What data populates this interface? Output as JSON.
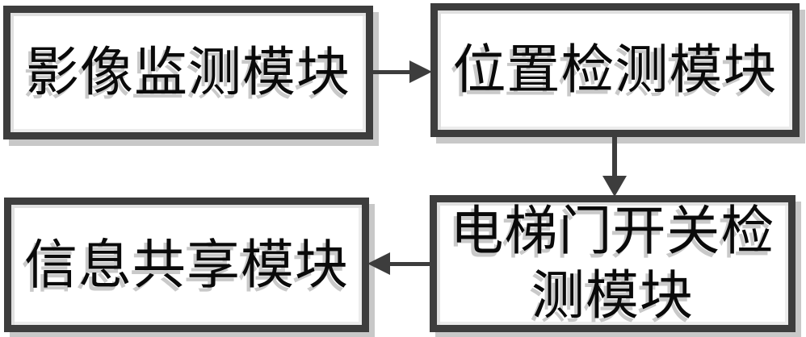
{
  "diagram": {
    "type": "flowchart",
    "background_color": "#ffffff",
    "box_border_color": "#3d3d3d",
    "box_shadow_color": "#c8c8c8",
    "text_color": "#0a0a0a",
    "text_shadow_color": "#c9c9c9",
    "arrow_color": "#3d3d3d",
    "modules": [
      {
        "id": "image-monitoring",
        "label": "影像监测模块"
      },
      {
        "id": "position-detection",
        "label": "位置检测模块"
      },
      {
        "id": "elevator-door-switch-detection",
        "label": "电梯门开关检测模块"
      },
      {
        "id": "information-sharing",
        "label": "信息共享模块"
      }
    ],
    "connections": [
      {
        "from": "image-monitoring",
        "to": "position-detection",
        "direction": "right"
      },
      {
        "from": "position-detection",
        "to": "elevator-door-switch-detection",
        "direction": "down"
      },
      {
        "from": "elevator-door-switch-detection",
        "to": "information-sharing",
        "direction": "left"
      }
    ]
  }
}
